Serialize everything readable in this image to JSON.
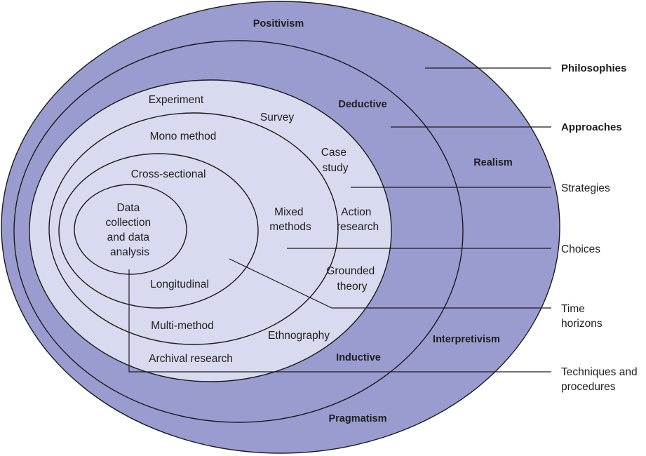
{
  "philosophies": {
    "positivism": "Positivism",
    "realism": "Realism",
    "interpretivism": "Interpretivism",
    "pragmatism": "Pragmatism"
  },
  "approaches": {
    "deductive": "Deductive",
    "inductive": "Inductive"
  },
  "strategies": {
    "experiment": "Experiment",
    "survey": "Survey",
    "case_study": [
      "Case",
      "study"
    ],
    "action_research": [
      "Action",
      "research"
    ],
    "grounded_theory": [
      "Grounded",
      "theory"
    ],
    "ethnography": "Ethnography",
    "archival_research": "Archival research"
  },
  "choices": {
    "mono_method": "Mono method",
    "mixed_methods": [
      "Mixed",
      "methods"
    ],
    "multi_method": "Multi-method"
  },
  "time_horizons": {
    "cross_sectional": "Cross-sectional",
    "longitudinal": "Longitudinal"
  },
  "core": {
    "lines": [
      "Data",
      "collection",
      "and data",
      "analysis"
    ]
  },
  "legend": {
    "philosophies": "Philosophies",
    "approaches": "Approaches",
    "strategies": "Strategies",
    "choices": "Choices",
    "time_horizons": [
      "Time",
      "horizons"
    ],
    "techniques": [
      "Techniques and",
      "procedures"
    ]
  },
  "colors": {
    "outer_fill": "#9a9cd0",
    "inner_fill": "#d8daf0",
    "line": "#1a1a1a",
    "text": "#1e1e1e"
  }
}
